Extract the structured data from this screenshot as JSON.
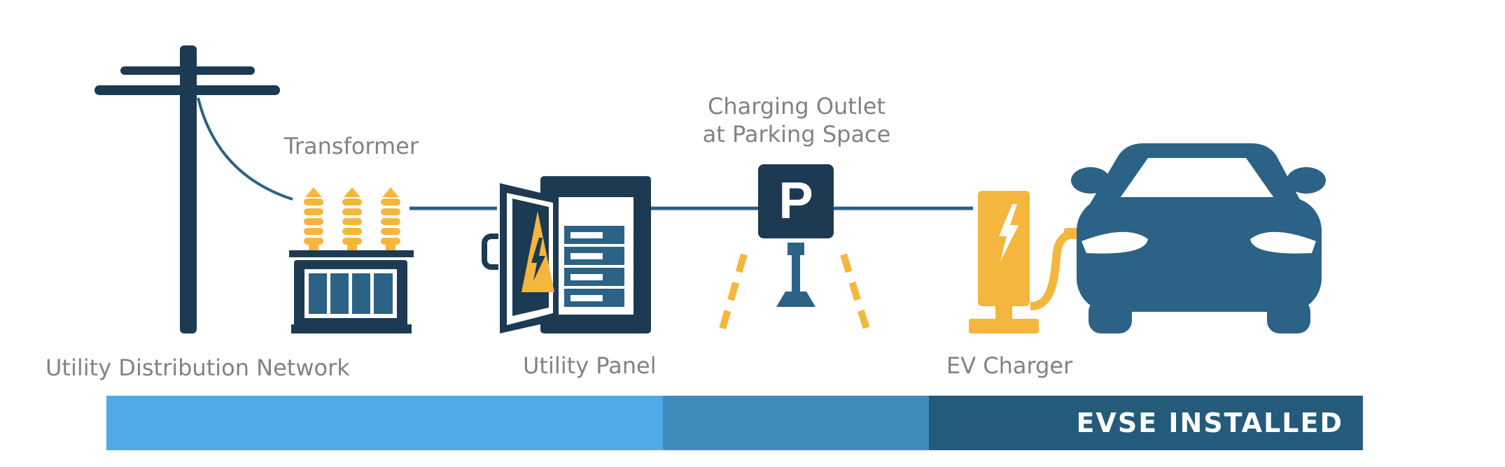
{
  "labels": {
    "utility_network": "Utility Distribution Network",
    "transformer": "Transformer",
    "utility_panel": "Utility Panel",
    "charging_outlet_line1": "Charging Outlet",
    "charging_outlet_line2": "at Parking Space",
    "ev_charger": "EV Charger"
  },
  "parking_sign_letter": "P",
  "bar": {
    "label": "EVSE INSTALLED",
    "colors": [
      "#4faae6",
      "#3f8bbc",
      "#245b7b"
    ]
  },
  "colors": {
    "navy": "#1c3a52",
    "blue": "#2b6286",
    "yellow": "#f4b63c",
    "label": "#808285"
  },
  "icons": [
    "utility-pole-icon",
    "transformer-icon",
    "utility-panel-icon",
    "parking-sign-icon",
    "ev-charger-icon",
    "car-icon"
  ]
}
